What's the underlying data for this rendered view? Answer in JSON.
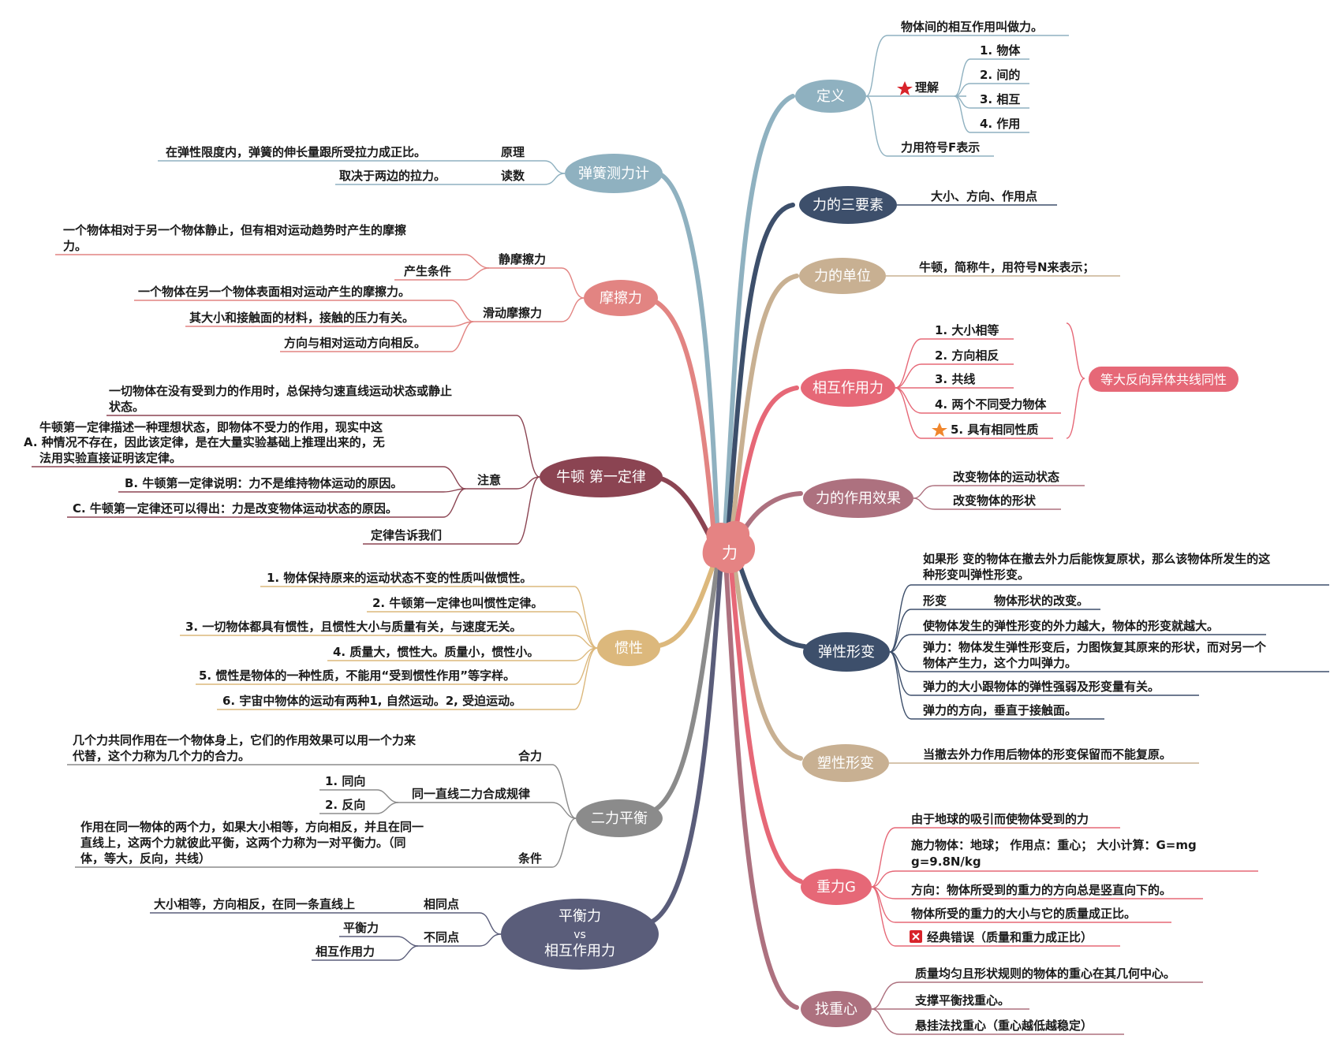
{
  "center": {
    "label": "力",
    "color": "#e58383"
  },
  "tag_label": "等大反向异体共线同性",
  "branches": {
    "dingyi": {
      "label": "定义",
      "color": "#8fb1c0",
      "items": {
        "def": "物体间的相互作用叫做力。",
        "understand": "理解",
        "u1": "1. 物体",
        "u2": "2. 间的",
        "u3": "3. 相互",
        "u4": "4. 作用",
        "symbol": "力用符号F表示"
      }
    },
    "sanyaosu": {
      "label": "力的三要素",
      "color": "#3d4f6b",
      "items": {
        "a": "大小、方向、作用点"
      }
    },
    "danwei": {
      "label": "力的单位",
      "color": "#c8b092",
      "items": {
        "a": "牛顿，简称牛，用符号N来表示；"
      }
    },
    "xianghu": {
      "label": "相互作用力",
      "color": "#e66877",
      "items": {
        "a": "1. 大小相等",
        "b": "2. 方向相反",
        "c": "3. 共线",
        "d": "4. 两个不同受力物体",
        "e": "5. 具有相同性质"
      }
    },
    "xiaoguo": {
      "label": "力的作用效果",
      "color": "#ad717f",
      "items": {
        "a": "改变物体的运动状态",
        "b": "改变物体的形状"
      }
    },
    "tanxing": {
      "label": "弹性形变",
      "color": "#3d4f6b",
      "items": {
        "a1": "如果形 变的物体在撤去外力后能恢复原状，那么该物体所发生的这",
        "a2": "种形变叫弹性形变。",
        "b_key": "形变",
        "b_val": "物体形状的改变。",
        "c": "使物体发生的弹性形变的外力越大，物体的形变就越大。",
        "d1": "弹力：物体发生弹性形变后，力图恢复其原来的形状，而对另一个",
        "d2": "物体产生力，这个力叫弹力。",
        "e": "弹力的大小跟物体的弹性强弱及形变量有关。",
        "f": "弹力的方向，垂直于接触面。"
      }
    },
    "suxing": {
      "label": "塑性形变",
      "color": "#c8b092",
      "items": {
        "a": "当撤去外力作用后物体的形变保留而不能复原。"
      }
    },
    "zhongli": {
      "label": "重力G",
      "color": "#e66877",
      "items": {
        "a": "由于地球的吸引而使物体受到的力",
        "b1": "施力物体：地球；      作用点：重心；      大小计算：G=mg",
        "b2": "g=9.8N/kg",
        "c": "方向：物体所受到的重力的方向总是竖直向下的。",
        "d": "物体所受的重力的大小与它的质量成正比。",
        "e": "经典错误（质量和重力成正比）"
      }
    },
    "zhongxin": {
      "label": "找重心",
      "color": "#ad717f",
      "items": {
        "a": "质量均匀且形状规则的物体的重心在其几何中心。",
        "b": "支撑平衡找重心。",
        "c": "悬挂法找重心（重心越低越稳定）"
      }
    },
    "tanhuang": {
      "label": "弹簧测力计",
      "color": "#8fb1c0",
      "items": {
        "yuanli": "原理",
        "yuanli_val": "在弹性限度内，弹簧的伸长量跟所受拉力成正比。",
        "dushu": "读数",
        "dushu_val": "取决于两边的拉力。"
      }
    },
    "mocali": {
      "label": "摩擦力",
      "color": "#e28482",
      "items": {
        "jing": "静摩擦力",
        "jing_def1": "一个物体相对于另一个物体静止，但有相对运动趋势时产生的摩擦",
        "jing_def2": "力。",
        "jing_cond": "产生条件",
        "hua": "滑动摩擦力",
        "hua_a": "一个物体在另一个物体表面相对运动产生的摩擦力。",
        "hua_b": "其大小和接触面的材料，接触的压力有关。",
        "hua_c": "方向与相对运动方向相反。"
      }
    },
    "niudun": {
      "label": "牛顿  第一定律",
      "color": "#8b4452",
      "items": {
        "a1": "一切物体在没有受到力的作用时，总保持匀速直线运动状态或静止",
        "a2": "状态。",
        "note": "注意",
        "n1a": "牛顿第一定律描述一种理想状态，即物体不受力的作用，现实中这",
        "n1b": "A. 种情况不存在，因此该定律，是在大量实验基础上推理出来的，无",
        "n1c": "法用实验直接证明该定律。",
        "n2": "B. 牛顿第一定律说明：力不是维持物体运动的原因。",
        "n3": "C. 牛顿第一定律还可以得出：力是改变物体运动状态的原因。",
        "tell": "定律告诉我们"
      }
    },
    "guanxing": {
      "label": "惯性",
      "color": "#dcb87c",
      "items": {
        "a": "1. 物体保持原来的运动状态不变的性质叫做惯性。",
        "b": "2. 牛顿第一定律也叫惯性定律。",
        "c": "3. 一切物体都具有惯性，且惯性大小与质量有关，与速度无关。",
        "d": "4. 质量大，惯性大。质量小，惯性小。",
        "e": "5. 惯性是物体的一种性质，不能用“受到惯性作用”等字样。",
        "f": "6. 宇宙中物体的运动有两种1, 自然运动。2, 受迫运动。"
      }
    },
    "erli": {
      "label": "二力平衡",
      "color": "#8b8b8b",
      "items": {
        "heli": "合力",
        "heli1": "几个力共同作用在一个物体身上，它们的作用效果可以用一个力来",
        "heli2": "代替，这个力称为几个力的合力。",
        "tongyi": "同一直线二力合成规律",
        "t1": "1. 同向",
        "t2": "2. 反向",
        "tiaojian": "条件",
        "c1": "作用在同一物体的两个力，如果大小相等，方向相反，并且在同一",
        "c2": "直线上，这两个力就彼此平衡，这两个力称为一对平衡力。（同",
        "c3": "体，等大，反向，共线）"
      }
    },
    "pingheng": {
      "label1": "平衡力",
      "label_vs": "vs",
      "label2": "相互作用力",
      "color": "#5a5d7a",
      "items": {
        "same": "相同点",
        "same_val": "大小相等，方向相反，在同一条直线上",
        "diff": "不同点",
        "d1": "平衡力",
        "d2": "相互作用力"
      }
    }
  }
}
